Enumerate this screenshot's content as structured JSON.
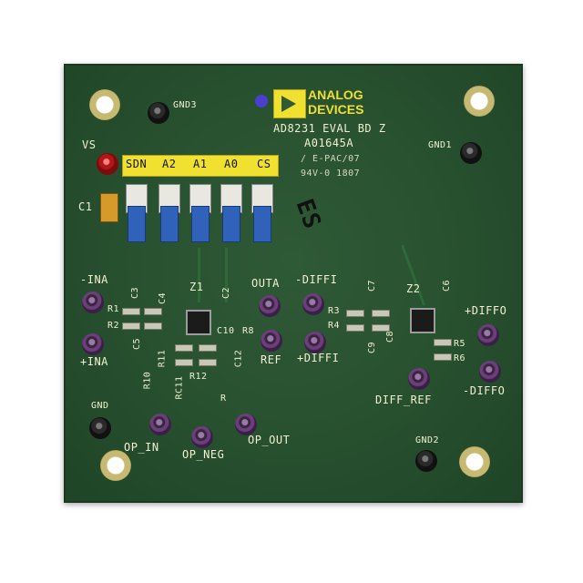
{
  "board": {
    "logo": {
      "brand_line1": "ANALOG",
      "brand_line2": "DEVICES"
    },
    "info_lines": [
      "AD8231 EVAL BD Z",
      "A01645A",
      "/ E-PAC/07",
      "94V-0 1807"
    ],
    "handwritten_mark": "ES",
    "jumper_labels": [
      "SDN",
      "A2",
      "A1",
      "A0",
      "CS"
    ],
    "terminals": {
      "gnd3": "GND3",
      "gnd1": "GND1",
      "vs": "VS",
      "gnd": "GND",
      "gnd2": "GND2",
      "neg_ina": "-INA",
      "pos_ina": "+INA",
      "outa": "OUTA",
      "ref": "REF",
      "neg_diffi": "-DIFFI",
      "pos_diffi": "+DIFFI",
      "pos_diffo": "+DIFFO",
      "neg_diffo": "-DIFFO",
      "diff_ref": "DIFF_REF",
      "op_in": "OP_IN",
      "op_neg": "OP_NEG",
      "op_out": "OP_OUT"
    },
    "designators": {
      "c1": "C1",
      "z1": "Z1",
      "z2": "Z2",
      "r1": "R1",
      "r2": "R2",
      "c3": "C3",
      "c4": "C4",
      "c5": "C5",
      "c2": "C2",
      "c10": "C10",
      "r8": "R8",
      "c12": "C12",
      "r10": "R10",
      "r11": "R11",
      "rc11": "RC11",
      "r12": "R12",
      "r_lone": "R",
      "r3": "R3",
      "r4": "R4",
      "c7": "C7",
      "c9": "C9",
      "c8": "C8",
      "c6": "C6",
      "r5": "R5",
      "r6": "R6"
    }
  }
}
